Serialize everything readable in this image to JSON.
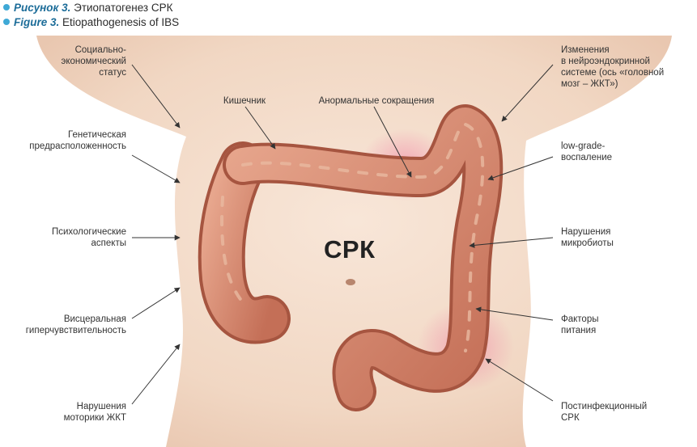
{
  "caption": {
    "ru_label": "Рисунок 3.",
    "ru_text": "Этиопатогенез СРК",
    "en_label": "Figure 3.",
    "en_text": "Etiopathogenesis of IBS",
    "accent_color": "#3fa9d6",
    "label_color": "#1d6d99"
  },
  "center_label": "СРК",
  "labels": {
    "socioeconomic": "Социально-\nэкономический\nстатус",
    "genetic": "Генетическая\nпредрасположенность",
    "psychological": "Психологические\nаспекты",
    "visceral": "Висцеральная\nгиперчувствительность",
    "motility": "Нарушения\nмоторики ЖКТ",
    "intestine": "Кишечник",
    "abnormal_contractions": "Анормальные сокращения",
    "neuroendocrine": "Изменения\nв нейроэндокринной\nсистеме (ось «головной\nмозг – ЖКТ»)",
    "inflammation": "low-grade-\nвоспаление",
    "microbiota": "Нарушения\nмикробиоты",
    "nutrition": "Факторы\nпитания",
    "postinfectious": "Постинфекционный\nСРК"
  },
  "colors": {
    "skin": "#f3dccb",
    "bowel": "#d4876e",
    "bowel_shadow": "#a65540",
    "inflammation_glow": "#f07aa0"
  }
}
